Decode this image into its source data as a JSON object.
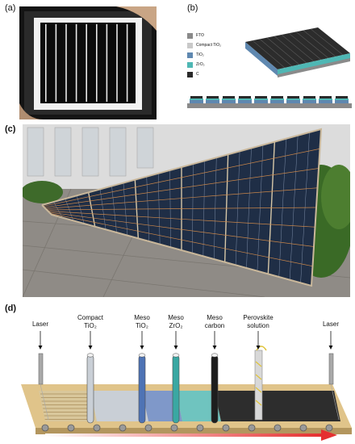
{
  "panels": {
    "a": {
      "label": "(a)"
    },
    "b": {
      "label": "(b)",
      "legend": [
        {
          "name": "FTO",
          "color": "#8a8a8a"
        },
        {
          "name": "Compact TiO₂",
          "color": "#c9c9c9"
        },
        {
          "name": "TiO₂",
          "color": "#5f88b0"
        },
        {
          "name": "ZrO₂",
          "color": "#4fb7b4"
        },
        {
          "name": "C",
          "color": "#2a2a2a"
        }
      ]
    },
    "c": {
      "label": "(c)"
    },
    "d": {
      "label": "(d)",
      "steps": [
        {
          "line1": "Laser",
          "line2": ""
        },
        {
          "line1": "Compact",
          "line2": "TiO₂"
        },
        {
          "line1": "Meso",
          "line2": "TiO₂"
        },
        {
          "line1": "Meso",
          "line2": "ZrO₂"
        },
        {
          "line1": "Meso",
          "line2": "carbon"
        },
        {
          "line1": "Perovskite",
          "line2": "solution"
        },
        {
          "line1": "Laser",
          "line2": ""
        }
      ]
    }
  },
  "colors": {
    "belt": "#e0c48a",
    "sheet_laser": "#d9c79b",
    "sheet_compact": "#c9cfd6",
    "sheet_tio2": "#7f98c9",
    "sheet_zro2": "#6fc4bf",
    "sheet_carbon": "#2d2d2d",
    "arrow": "#e53030"
  }
}
